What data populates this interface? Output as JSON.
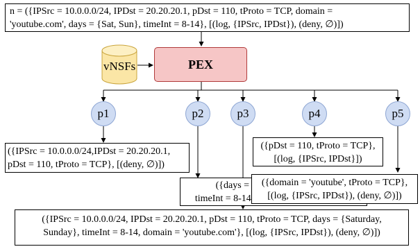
{
  "top_box": {
    "line1": "n = ({IPSrc = 10.0.0.0/24, IPDst = 20.20.20.1, pDst = 110, tProto = TCP, domain =",
    "line2": "'youtube.com',  days = {Sat, Sun}, timeInt = 8-14}, [(log, {IPSrc, IPDst}), (deny, ∅)])"
  },
  "vnsfs_label": "vNSFs",
  "pex_label": "PEX",
  "policy_nodes": [
    "p1",
    "p2",
    "p3",
    "p4",
    "p5"
  ],
  "boxes": {
    "p1": {
      "line1": "({IPSrc = 10.0.0.0/24,IPDst = 20.20.20.1,",
      "line2": "pDst = 110, tProto = TCP}, [(deny, ∅)])"
    },
    "p2": {
      "line1": "({days = {Saturday, Sunday},",
      "line2": "timeInt = 8-14}, [(log, {IPSrc, IPDst})])"
    },
    "p3": {
      "line1": "({IPSrc = 10.0.0.0/24, IPDst = 20.20.20.1, pDst = 110, tProto = TCP,  days = {Saturday,",
      "line2": "Sunday}, timeInt = 8-14, domain = 'youtube.com'}, [(log, {IPSrc, IPDst}), (deny, ∅)])"
    },
    "p4": {
      "line1": "({pDst = 110, tProto = TCP},",
      "line2": "[(log, {IPSrc, IPDst}])"
    },
    "p5": {
      "line1": "({domain = 'youtube', tProto = TCP},",
      "line2": "[(log, {IPSrc, IPDst}), (deny, ∅)])"
    }
  },
  "colors": {
    "pex_fill": "#f6c6c6",
    "pex_border": "#b03a3a",
    "node_fill": "#cfdcf3",
    "node_border": "#8ea6d3",
    "db_fill": "#fbe6a6",
    "db_border": "#c9a43c"
  }
}
